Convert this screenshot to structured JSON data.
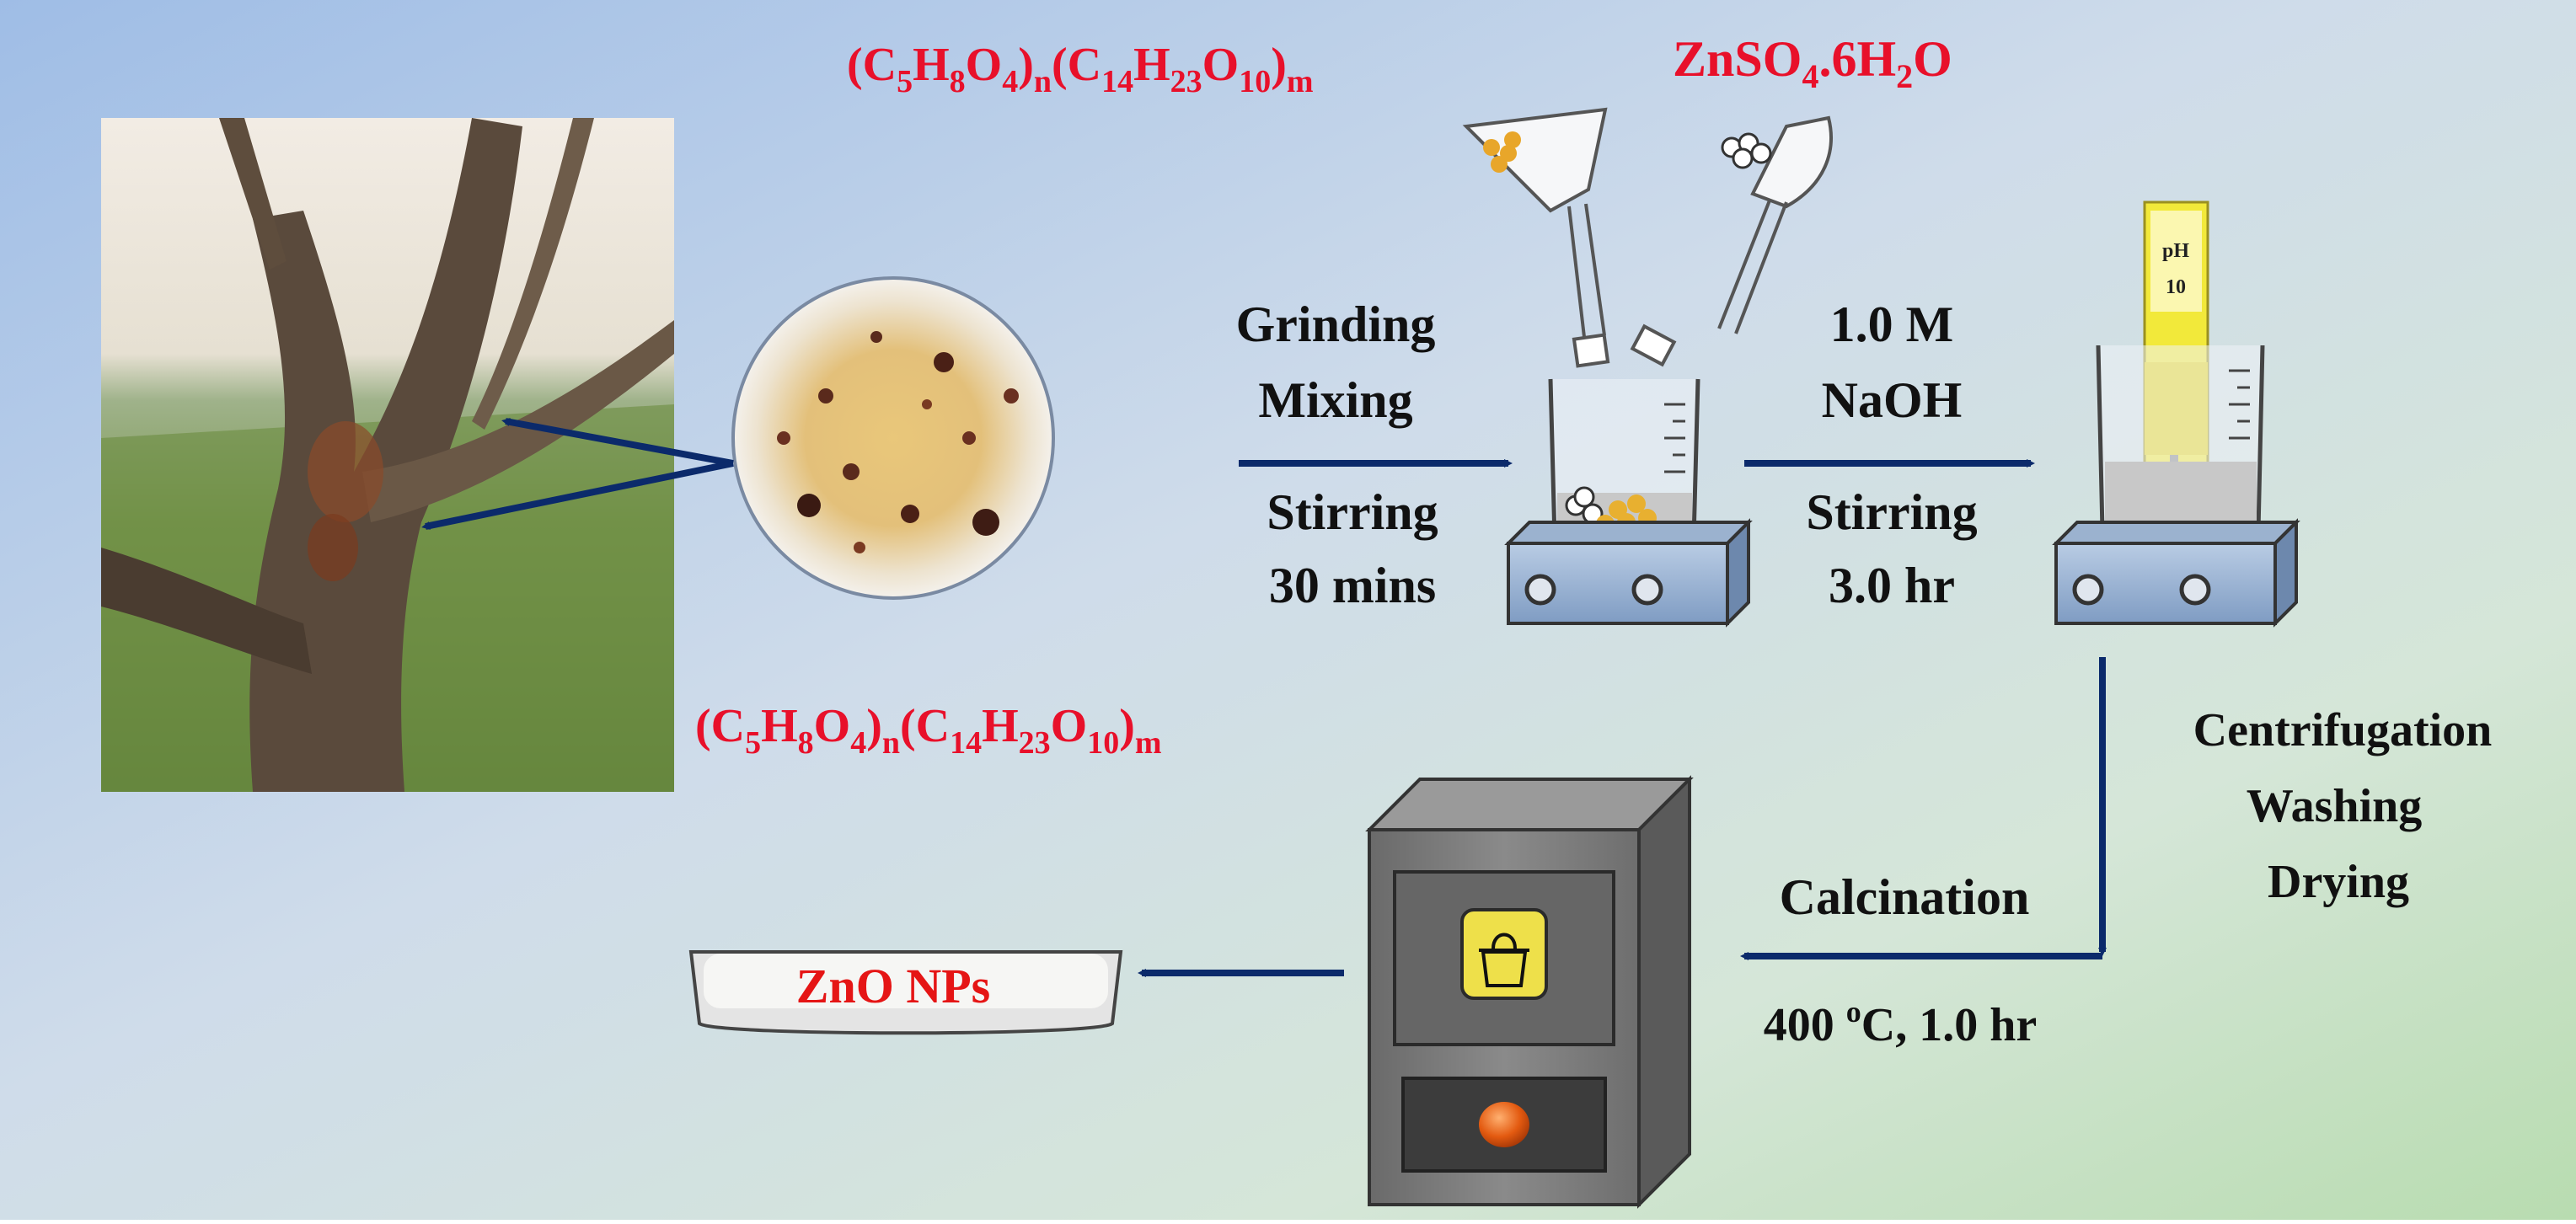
{
  "formula_top": {
    "p1": "(C",
    "p2": "5",
    "p3": "H",
    "p4": "8",
    "p5": "O",
    "p6": "4",
    "p7": ")",
    "p8": "n",
    "p9": "(C",
    "p10": "14",
    "p11": "H",
    "p12": "23",
    "p13": "O",
    "p14": "10",
    "p15": ")",
    "p16": "m"
  },
  "formula_bottom": {
    "p1": "(C",
    "p2": "5",
    "p3": "H",
    "p4": "8",
    "p5": "O",
    "p6": "4",
    "p7": ")",
    "p8": "n",
    "p9": "(C",
    "p10": "14",
    "p11": "H",
    "p12": "23",
    "p13": "O",
    "p14": "10",
    "p15": ")",
    "p16": "m"
  },
  "zinc_salt": {
    "p1": "ZnSO",
    "p2": "4",
    "p3": ".6H",
    "p4": "2",
    "p5": "O"
  },
  "step1": {
    "line1": "Grinding",
    "line2": "Mixing",
    "line3": "Stirring",
    "line4": "30 mins"
  },
  "step2": {
    "line1": "1.0 M",
    "line2": "NaOH",
    "line3": "Stirring",
    "line4": "3.0 hr"
  },
  "step3": {
    "line1": "Centrifugation",
    "line2": "Washing",
    "line3": "Drying"
  },
  "step4": {
    "line1": "Calcination",
    "temp_value": "400 ",
    "temp_unit_sup": "o",
    "temp_rest": "C, 1.0 hr"
  },
  "ph_meter": {
    "label": "pH",
    "value": "10"
  },
  "product": {
    "label": "ZnO NPs"
  },
  "colors": {
    "formula_red": "#E8102A",
    "product_red": "#E51515",
    "arrow_navy": "#0B2A6B",
    "text_dark": "#111111"
  }
}
